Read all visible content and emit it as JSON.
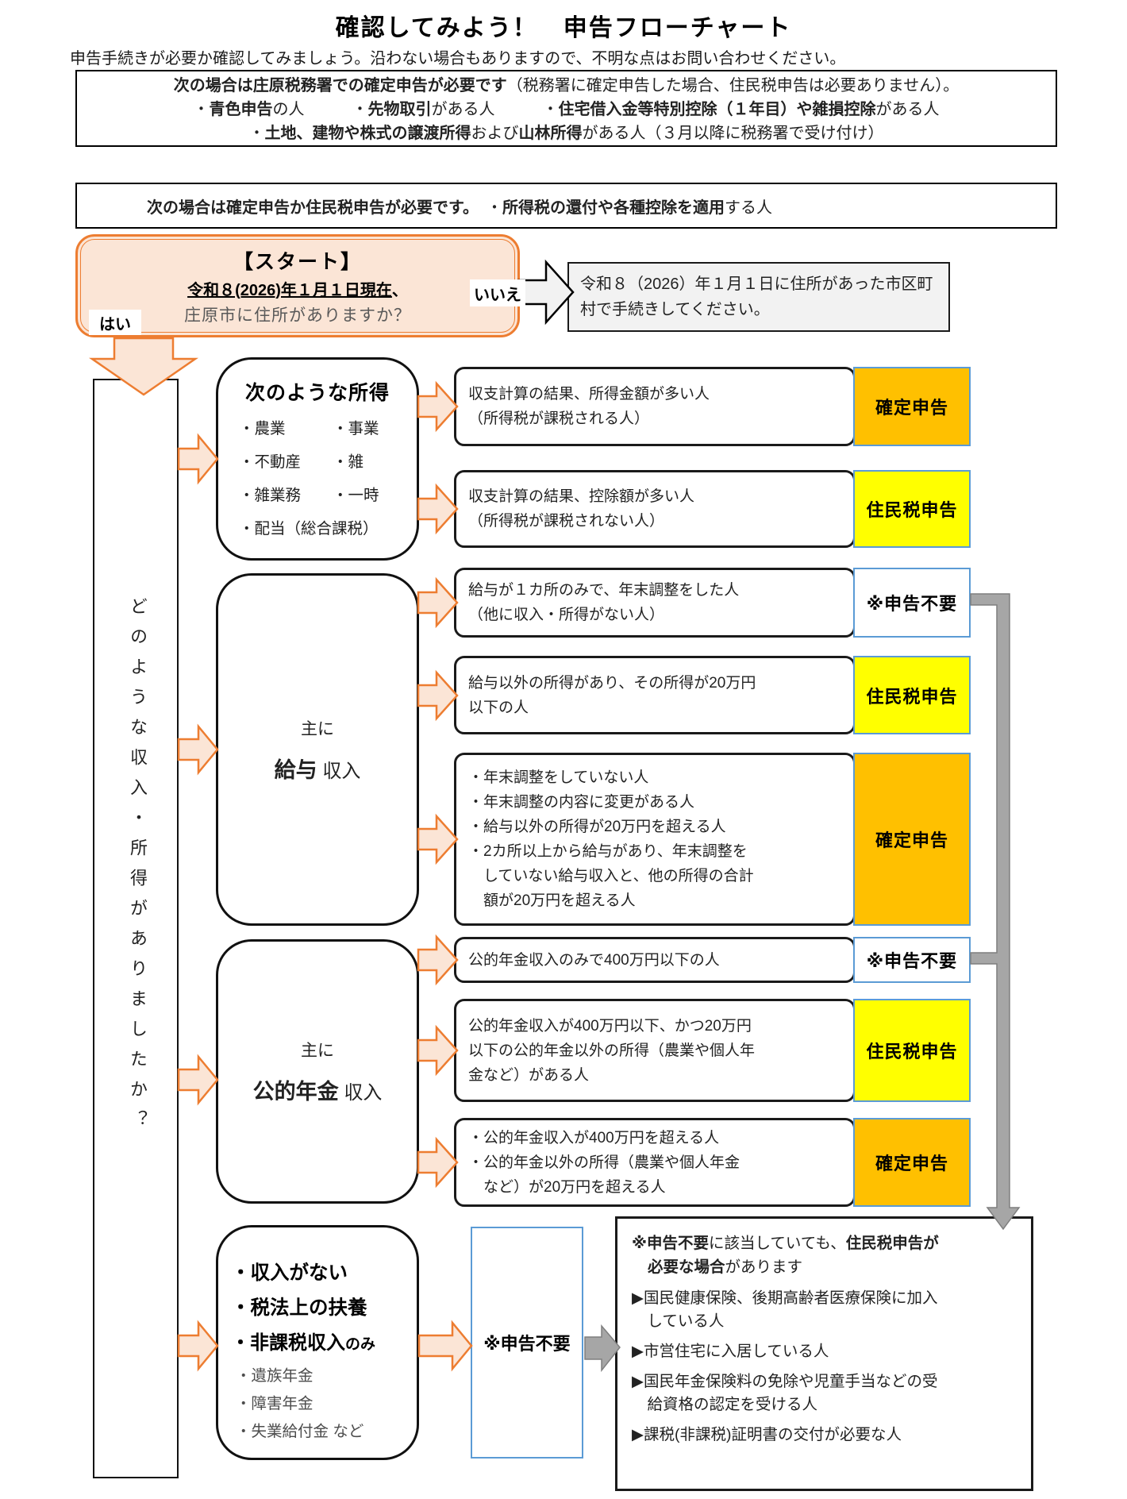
{
  "page": {
    "title": "確認してみよう！　申告フローチャート",
    "subtitle": "申告手続きが必要か確認してみましょう。沿わない場合もありますので、不明な点はお問い合わせください。"
  },
  "notice1": {
    "line1": [
      {
        "t": "次の場合は庄原税務署での確定申告が必要です",
        "b": 1
      },
      {
        "t": "（税務署に確定申告した場合、住民税申告は必要ありません）。"
      }
    ],
    "line2": [
      {
        "t": "・"
      },
      {
        "t": "青色申告",
        "b": 1
      },
      {
        "t": "の人　　　"
      },
      {
        "t": "・"
      },
      {
        "t": "先物取引",
        "b": 1
      },
      {
        "t": "がある人　　　"
      },
      {
        "t": "・"
      },
      {
        "t": "住宅借入金等特別控除（１年目）や雑損控除",
        "b": 1
      },
      {
        "t": "がある人"
      }
    ],
    "line3": [
      {
        "t": "・"
      },
      {
        "t": "土地、建物や株式の譲渡所得",
        "b": 1
      },
      {
        "t": "および"
      },
      {
        "t": "山林所得",
        "b": 1
      },
      {
        "t": "がある人（３月以降に税務署で受け付け）"
      }
    ]
  },
  "notice2": [
    {
      "t": "次の場合は確定申告か住民税申告が必要です。",
      "b": 1
    },
    {
      "t": "　・"
    },
    {
      "t": "所得税の還付や各種控除を適用",
      "b": 1
    },
    {
      "t": "する人"
    }
  ],
  "start": {
    "heading": "【スタート】",
    "date_line": [
      {
        "t": "令和８(2026)年１月１日現在",
        "b": 1,
        "u": 1
      },
      {
        "t": "、",
        "b": 1
      }
    ],
    "question": "庄原市に住所がありますか？",
    "yes": "はい",
    "no": "いいえ"
  },
  "moved": {
    "text": "令和８（2026）年１月１日に住所があった市区町村で手続きしてください。"
  },
  "rail": {
    "question": "どのような収入・所得がありましたか？"
  },
  "cat1": {
    "title": "次のような所得",
    "grid": [
      [
        "・農業",
        "・事業"
      ],
      [
        "・不動産",
        "・雑"
      ],
      [
        "・雑業務",
        "・一時"
      ]
    ],
    "last": "・配当（総合課税）"
  },
  "cat2": {
    "line1": "主に",
    "line2": [
      {
        "t": "給与",
        "b": 1,
        "sz": 27
      },
      {
        "t": " 収入",
        "sz": 24
      }
    ]
  },
  "cat3": {
    "line1": "主に",
    "line2": [
      {
        "t": "公的年金",
        "b": 1,
        "sz": 27
      },
      {
        "t": " 収入",
        "sz": 24
      }
    ]
  },
  "cat4": {
    "bold1": "・収入がない",
    "bold2": "・税法上の扶養",
    "bold3": [
      {
        "t": "・非課税収入",
        "b": 1,
        "sz": 24
      },
      {
        "t": "のみ",
        "b": 1,
        "sz": 19
      }
    ],
    "subs": [
      "・遺族年金",
      "・障害年金",
      "・失業給付金 など"
    ]
  },
  "rows": [
    {
      "lines": [
        "収支計算の結果、所得金額が多い人",
        "（所得税が課税される人）"
      ],
      "badge": "確定申告",
      "bg": "#FFC000"
    },
    {
      "lines": [
        "収支計算の結果、控除額が多い人",
        "（所得税が課税されない人）"
      ],
      "badge": "住民税申告",
      "bg": "#FFFF00"
    },
    {
      "lines": [
        "給与が１カ所のみで、年末調整をした人",
        "（他に収入・所得がない人）"
      ],
      "badge": "※申告不要",
      "bg": "#FFFFFF"
    },
    {
      "lines": [
        "給与以外の所得があり、その所得が20万円",
        "以下の人"
      ],
      "badge": "住民税申告",
      "bg": "#FFFF00"
    },
    {
      "lines": [
        "・年末調整をしていない人",
        "・年末調整の内容に変更がある人",
        "・給与以外の所得が20万円を超える人",
        "・2カ所以上から給与があり、年末調整を",
        "　していない給与収入と、他の所得の合計",
        "　額が20万円を超える人"
      ],
      "badge": "確定申告",
      "bg": "#FFC000"
    },
    {
      "lines": [
        "公的年金収入のみで400万円以下の人"
      ],
      "badge": "※申告不要",
      "bg": "#FFFFFF"
    },
    {
      "lines": [
        "公的年金収入が400万円以下、かつ20万円",
        "以下の公的年金以外の所得（農業や個人年",
        "金など）がある人"
      ],
      "badge": "住民税申告",
      "bg": "#FFFF00"
    },
    {
      "lines": [
        "・公的年金収入が400万円を超える人",
        "・公的年金以外の所得（農業や個人年金",
        "　など）が20万円を超える人"
      ],
      "badge": "確定申告",
      "bg": "#FFC000"
    }
  ],
  "no_filing": {
    "label": "※申告不要"
  },
  "note": {
    "head1": [
      {
        "t": "※申告不要",
        "b": 1
      },
      {
        "t": "に該当していても、"
      },
      {
        "t": "住民税申告が",
        "b": 1
      }
    ],
    "head2": [
      {
        "t": "必要な場合",
        "b": 1
      },
      {
        "t": "があります"
      }
    ],
    "items": [
      {
        "lines": [
          "▶国民健康保険、後期高齢者医療保険に加入",
          "　している人"
        ]
      },
      {
        "lines": [
          "▶市営住宅に入居している人"
        ]
      },
      {
        "lines": [
          "▶国民年金保険料の免除や児童手当などの受",
          "　給資格の認定を受ける人"
        ]
      },
      {
        "lines": [
          "▶課税(非課税)証明書の交付が必要な人"
        ]
      }
    ]
  },
  "colors": {
    "badge_confirm": "#FFC000",
    "badge_resident": "#FFFF00",
    "badge_none": "#FFFFFF",
    "badge_border": "#5B9BD5",
    "arrow_fill": "#FBE5D6",
    "arrow_stroke": "#ED7D31",
    "gray_connector": "#A6A6A6",
    "start_fill": "#FBE5D6",
    "start_border": "#ED7D31"
  }
}
